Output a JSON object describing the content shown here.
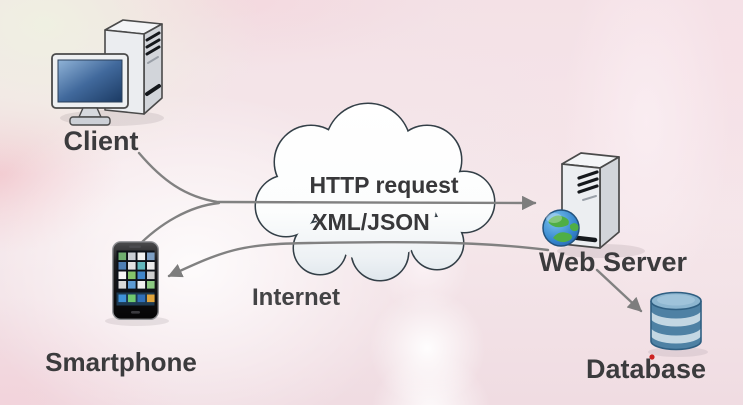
{
  "diagram": {
    "nodes": {
      "client": {
        "label": "Client",
        "icon": "desktop-computer-icon"
      },
      "smartphone": {
        "label": "Smartphone",
        "icon": "smartphone-icon"
      },
      "internet": {
        "label": "Internet",
        "icon": "cloud-icon"
      },
      "web_server": {
        "label": "Web Server",
        "icon": "server-tower-globe-icon"
      },
      "database": {
        "label": "Database",
        "icon": "database-cylinder-icon"
      }
    },
    "cloud": {
      "line1": "HTTP request",
      "line2": "XML/JSON"
    },
    "flows": [
      {
        "from": "client",
        "to": "web_server",
        "via": "internet",
        "label": "HTTP request"
      },
      {
        "from": "smartphone",
        "to": "web_server",
        "via": "internet",
        "label": "HTTP request"
      },
      {
        "from": "web_server",
        "to": "smartphone",
        "via": "internet",
        "label": "XML/JSON"
      },
      {
        "from": "web_server",
        "to": "database",
        "via": "",
        "label": ""
      }
    ],
    "colors": {
      "label_text": "#3b3b3d",
      "connector_line": "#818181",
      "cloud_outline": "#333f47",
      "cloud_fill": "#ffffff",
      "database_dark": "#4e81a4",
      "database_light": "#c3d7e3",
      "monitor_screen": "#2c5a8c",
      "globe_ocean": "#2f7fd0",
      "globe_land": "#4fae45",
      "background_pink": "#f2e2e7"
    }
  }
}
